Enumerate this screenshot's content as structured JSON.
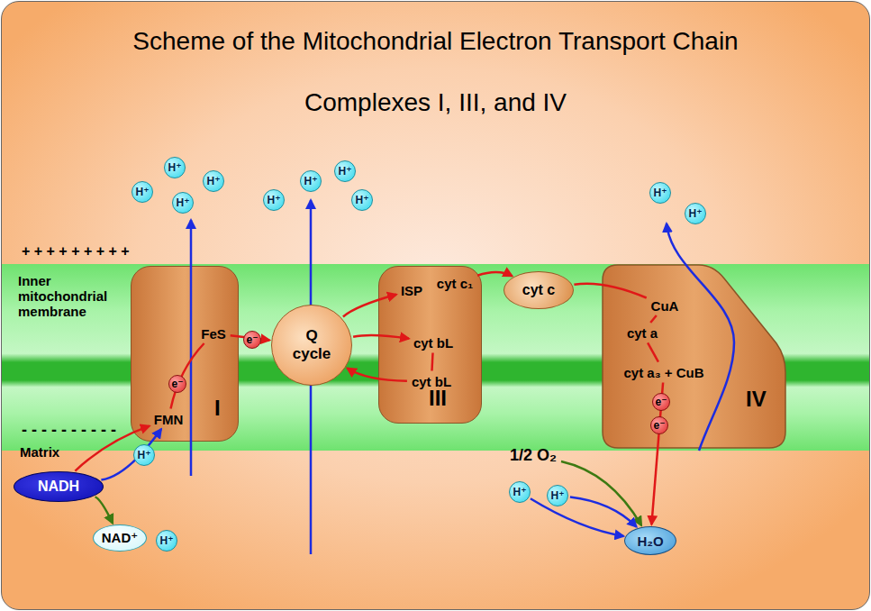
{
  "diagram": {
    "title": "Scheme of the Mitochondrial Electron Transport Chain",
    "nodes": [
      {
        "text": [
          "I"
        ]
      },
      {
        "text": [
          "FMN"
        ],
        "in": 0
      },
      {
        "text": [
          "FeS"
        ],
        "in": 0
      },
      {
        "text": [
          "e⁻"
        ],
        "in": 0
      },
      {
        "text": [
          "Q cycle"
        ]
      },
      {
        "text": [
          "e⁻"
        ]
      },
      {
        "text": [
          "III"
        ]
      },
      {
        "text": [
          "ISP"
        ],
        "in": 6
      },
      {
        "text": [
          "cyt c₁"
        ],
        "in": 6
      },
      {
        "text": [
          "cyt bL"
        ],
        "in": 6
      },
      {
        "text": [
          "cyt bL"
        ],
        "in": 6
      },
      {
        "text": [
          "cyt c"
        ]
      },
      {
        "text": [
          "IV"
        ]
      },
      {
        "text": [
          "CuA"
        ],
        "in": 12
      },
      {
        "text": [
          "cyt a"
        ],
        "in": 12
      },
      {
        "text": [
          "cyt a₃ + CuB"
        ],
        "in": 12
      },
      {
        "text": [
          "e⁻"
        ],
        "in": 12
      },
      {
        "text": [
          "e⁻"
        ],
        "in": 12
      },
      {
        "text": [
          "NADH"
        ]
      },
      {
        "text": [
          "NAD⁺"
        ]
      },
      {
        "text": [
          "1/2 O₂"
        ]
      },
      {
        "text": [
          "H₂O"
        ]
      },
      {
        "text": [
          "H⁺"
        ]
      },
      {
        "text": [
          "H⁺"
        ]
      },
      {
        "text": [
          "H⁺"
        ]
      },
      {
        "text": [
          "H⁺"
        ]
      },
      {
        "text": [
          "H⁺"
        ]
      },
      {
        "text": [
          "H⁺"
        ]
      },
      {
        "text": [
          "H⁺"
        ]
      },
      {
        "text": [
          "H⁺"
        ]
      },
      {
        "text": [
          "H⁺"
        ]
      },
      {
        "text": [
          "H⁺"
        ]
      },
      {
        "text": [
          "H⁺"
        ]
      },
      {
        "text": [
          "H⁺"
        ]
      },
      {
        "text": [
          "H⁺"
        ]
      },
      {
        "text": [
          "H⁺"
        ]
      }
    ],
    "edges": [
      {
        "from": 18,
        "to": 1,
        "arrow": "to"
      },
      {
        "from": 18,
        "to": 1,
        "arrow": "to"
      },
      {
        "from": 18,
        "to": 19,
        "arrow": "to"
      },
      {
        "from": 1,
        "to": 2,
        "arrow": "none"
      },
      {
        "from": 2,
        "to": 4,
        "arrow": "to"
      },
      {
        "from": 4,
        "to": 7,
        "arrow": "to"
      },
      {
        "from": 4,
        "to": 9,
        "arrow": "to"
      },
      {
        "from": 10,
        "to": 4,
        "arrow": "to"
      },
      {
        "from": 9,
        "to": 10,
        "arrow": "none"
      },
      {
        "from": 8,
        "to": 11,
        "arrow": "to"
      },
      {
        "from": 11,
        "to": 13,
        "arrow": "none"
      },
      {
        "from": 13,
        "to": 14,
        "arrow": "none"
      },
      {
        "from": 14,
        "to": 15,
        "arrow": "none"
      },
      {
        "from": 15,
        "to": 21,
        "arrow": "to"
      },
      {
        "from": 20,
        "to": 21,
        "arrow": "to"
      },
      {
        "from": 34,
        "to": 21,
        "arrow": "to"
      },
      {
        "from": 35,
        "to": 21,
        "arrow": "to"
      }
    ],
    "labels": [
      "Complexes I, III, and IV",
      "+ + + + + + + + +",
      "Inner mitochondrial membrane",
      "- - - - - - - - - -",
      "Matrix"
    ]
  }
}
